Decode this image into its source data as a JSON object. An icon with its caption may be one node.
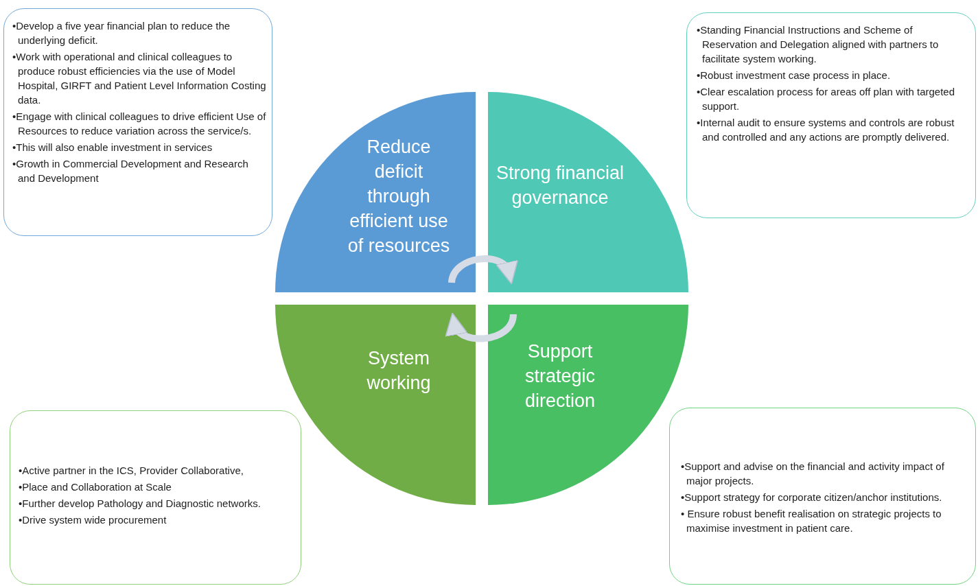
{
  "diagram": {
    "nodes": [
      {
        "text": [
          "•Develop a five year financial plan to reduce the underlying deficit.",
          "•Work with operational and clinical colleagues to produce robust efficiencies via the use of Model Hospital, GIRFT and Patient Level Information Costing data.",
          "•Engage with clinical colleagues to drive efficient Use of Resources to reduce variation across the service/s.",
          "•This will also enable investment in services",
          "•Growth in Commercial Development and Research and Development"
        ]
      },
      {
        "text": [
          "Reduce deficit through efficient use of resources"
        ]
      },
      {
        "text": [
          "Strong financial governance"
        ]
      },
      {
        "text": [
          "•Standing Financial Instructions and Scheme of Reservation and Delegation aligned with partners to facilitate system working.",
          "•Robust investment case process in place.",
          "•Clear escalation process for areas off plan with targeted support.",
          "•Internal audit to ensure systems and controls are robust and controlled and any actions are promptly delivered."
        ]
      },
      {
        "text": [
          "System working"
        ]
      },
      {
        "text": [
          "Support strategic direction"
        ]
      },
      {
        "text": [
          "•Active partner in the ICS, Provider Collaborative,",
          "•Place and Collaboration at Scale",
          "•Further develop Pathology and Diagnostic networks.",
          "•Drive system wide procurement"
        ]
      },
      {
        "text": [
          "•Support and advise on the financial and activity impact of major projects.",
          "•Support strategy for corporate citizen/anchor institutions.",
          "• Ensure robust benefit realisation on strategic projects to maximise investment in patient care."
        ]
      }
    ],
    "edges": [
      {
        "from": 1,
        "to": 2,
        "arrow": "to"
      },
      {
        "from": 5,
        "to": 4,
        "arrow": "to"
      }
    ]
  }
}
